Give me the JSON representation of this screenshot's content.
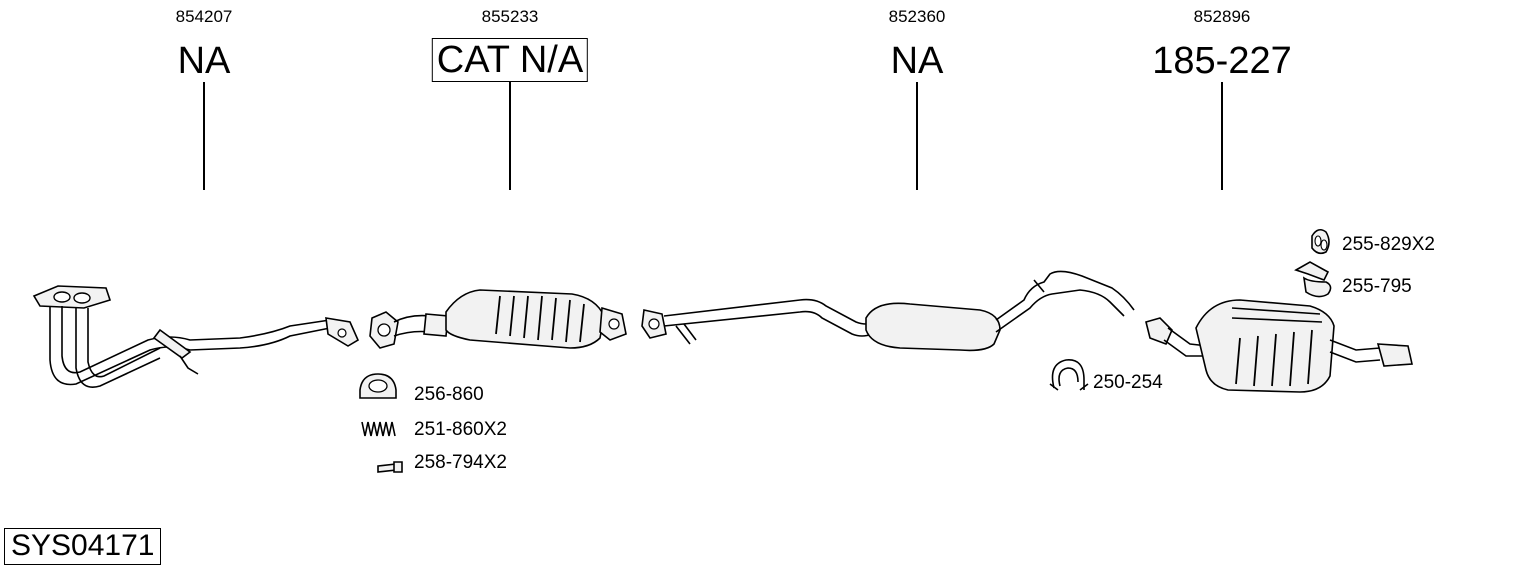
{
  "parts": [
    {
      "ref": "854207",
      "code": "NA",
      "boxed": false
    },
    {
      "ref": "855233",
      "code": "CAT N/A",
      "boxed": true
    },
    {
      "ref": "852360",
      "code": "NA",
      "boxed": false
    },
    {
      "ref": "852896",
      "code": "185-227",
      "boxed": false
    }
  ],
  "accessories": [
    {
      "label": "256-860",
      "icon": "gasket-ring-icon"
    },
    {
      "label": "251-860X2",
      "icon": "spring-icon"
    },
    {
      "label": "258-794X2",
      "icon": "bolt-icon"
    },
    {
      "label": "250-254",
      "icon": "clamp-icon"
    },
    {
      "label": "255-829X2",
      "icon": "rubber-hanger-icon"
    },
    {
      "label": "255-795",
      "icon": "bracket-icon"
    }
  ],
  "system_id": "SYS04171"
}
